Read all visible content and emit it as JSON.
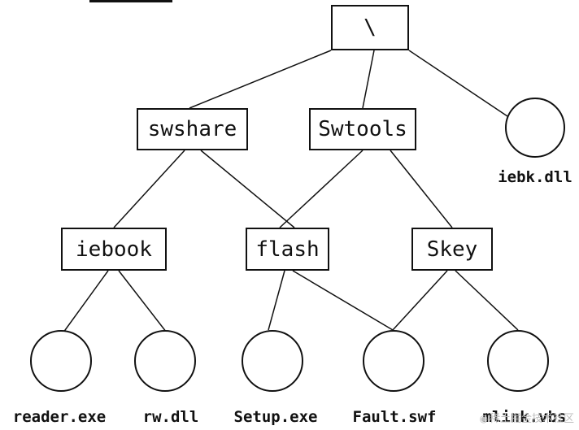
{
  "diagram": {
    "dirs": {
      "root": "\\",
      "swshare": "swshare",
      "swtools": "Swtools",
      "iebook": "iebook",
      "flash": "flash",
      "skey": "Skey"
    },
    "files": {
      "iebk": "iebk.dll",
      "reader": "reader.exe",
      "rw": "rw.dll",
      "setup": "Setup.exe",
      "fault": "Fault.swf",
      "mlink": "mlink.vbs"
    }
  },
  "watermark": {
    "icon": "camera-icon",
    "text": "稀土掘金技术社区"
  }
}
